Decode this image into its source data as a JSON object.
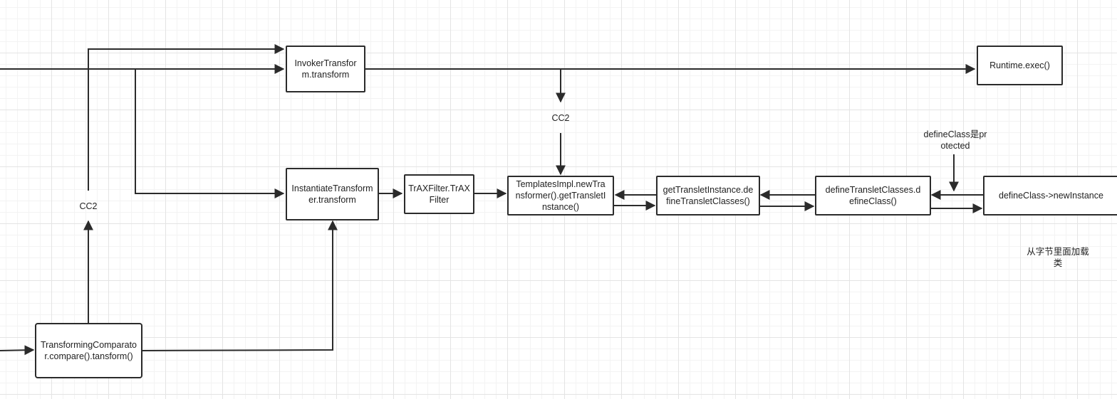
{
  "diagram": {
    "nodes": {
      "invoker": "InvokerTransform.transform",
      "runtime": "Runtime.exec()",
      "instantiate": "InstantiateTransformer.transform",
      "trax": "TrAXFilter.TrAXFilter",
      "templates": "TemplatesImpl.newTransformer().getTransletInstance()",
      "get_translet": "getTransletInstance.defineTransletClasses()",
      "define_translet": "defineTransletClasses.defineClass()",
      "define_new": "defineClass->newInstance",
      "comparator": "TransformingComparator.compare().tansform()"
    },
    "labels": {
      "cc2_top": "CC2",
      "cc2_left": "CC2",
      "protected_note": "defineClass是protected",
      "bytes_note": "从字节里面加载类"
    },
    "colors": {
      "line": "#2b2b2b",
      "border": "#2b2b2b",
      "grid_major": "#e4e4e4",
      "grid_minor": "#f3f3f3"
    }
  }
}
